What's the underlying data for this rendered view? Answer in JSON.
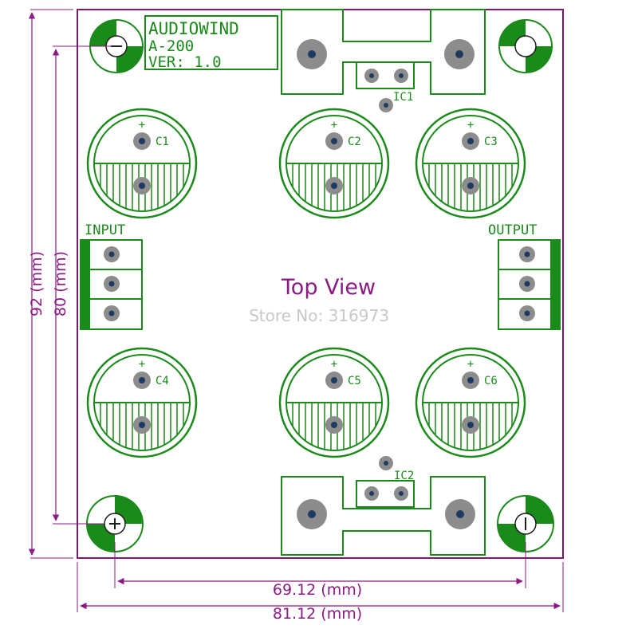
{
  "board": {
    "brand": "AUDIOWIND",
    "model": "A-200",
    "version": "VER: 1.0",
    "view_label": "Top View",
    "watermark": "Store No: 316973"
  },
  "connectors": {
    "input_label": "INPUT",
    "output_label": "OUTPUT"
  },
  "ics": {
    "ic1": "IC1",
    "ic2": "IC2"
  },
  "capacitors": {
    "c1": "C1",
    "c2": "C2",
    "c3": "C3",
    "c4": "C4",
    "c5": "C5",
    "c6": "C6",
    "plus": "+"
  },
  "dimensions": {
    "height_outer": "92 (mm)",
    "height_inner": "80 (mm)",
    "width_inner": "69.12 (mm)",
    "width_outer": "81.12 (mm)"
  },
  "colors": {
    "outline": "#7a1a6e",
    "silkscreen": "#1a8a1a",
    "pad": "#8c8c8c",
    "drill": "#1f3a60",
    "dimension": "#8b1a84"
  }
}
